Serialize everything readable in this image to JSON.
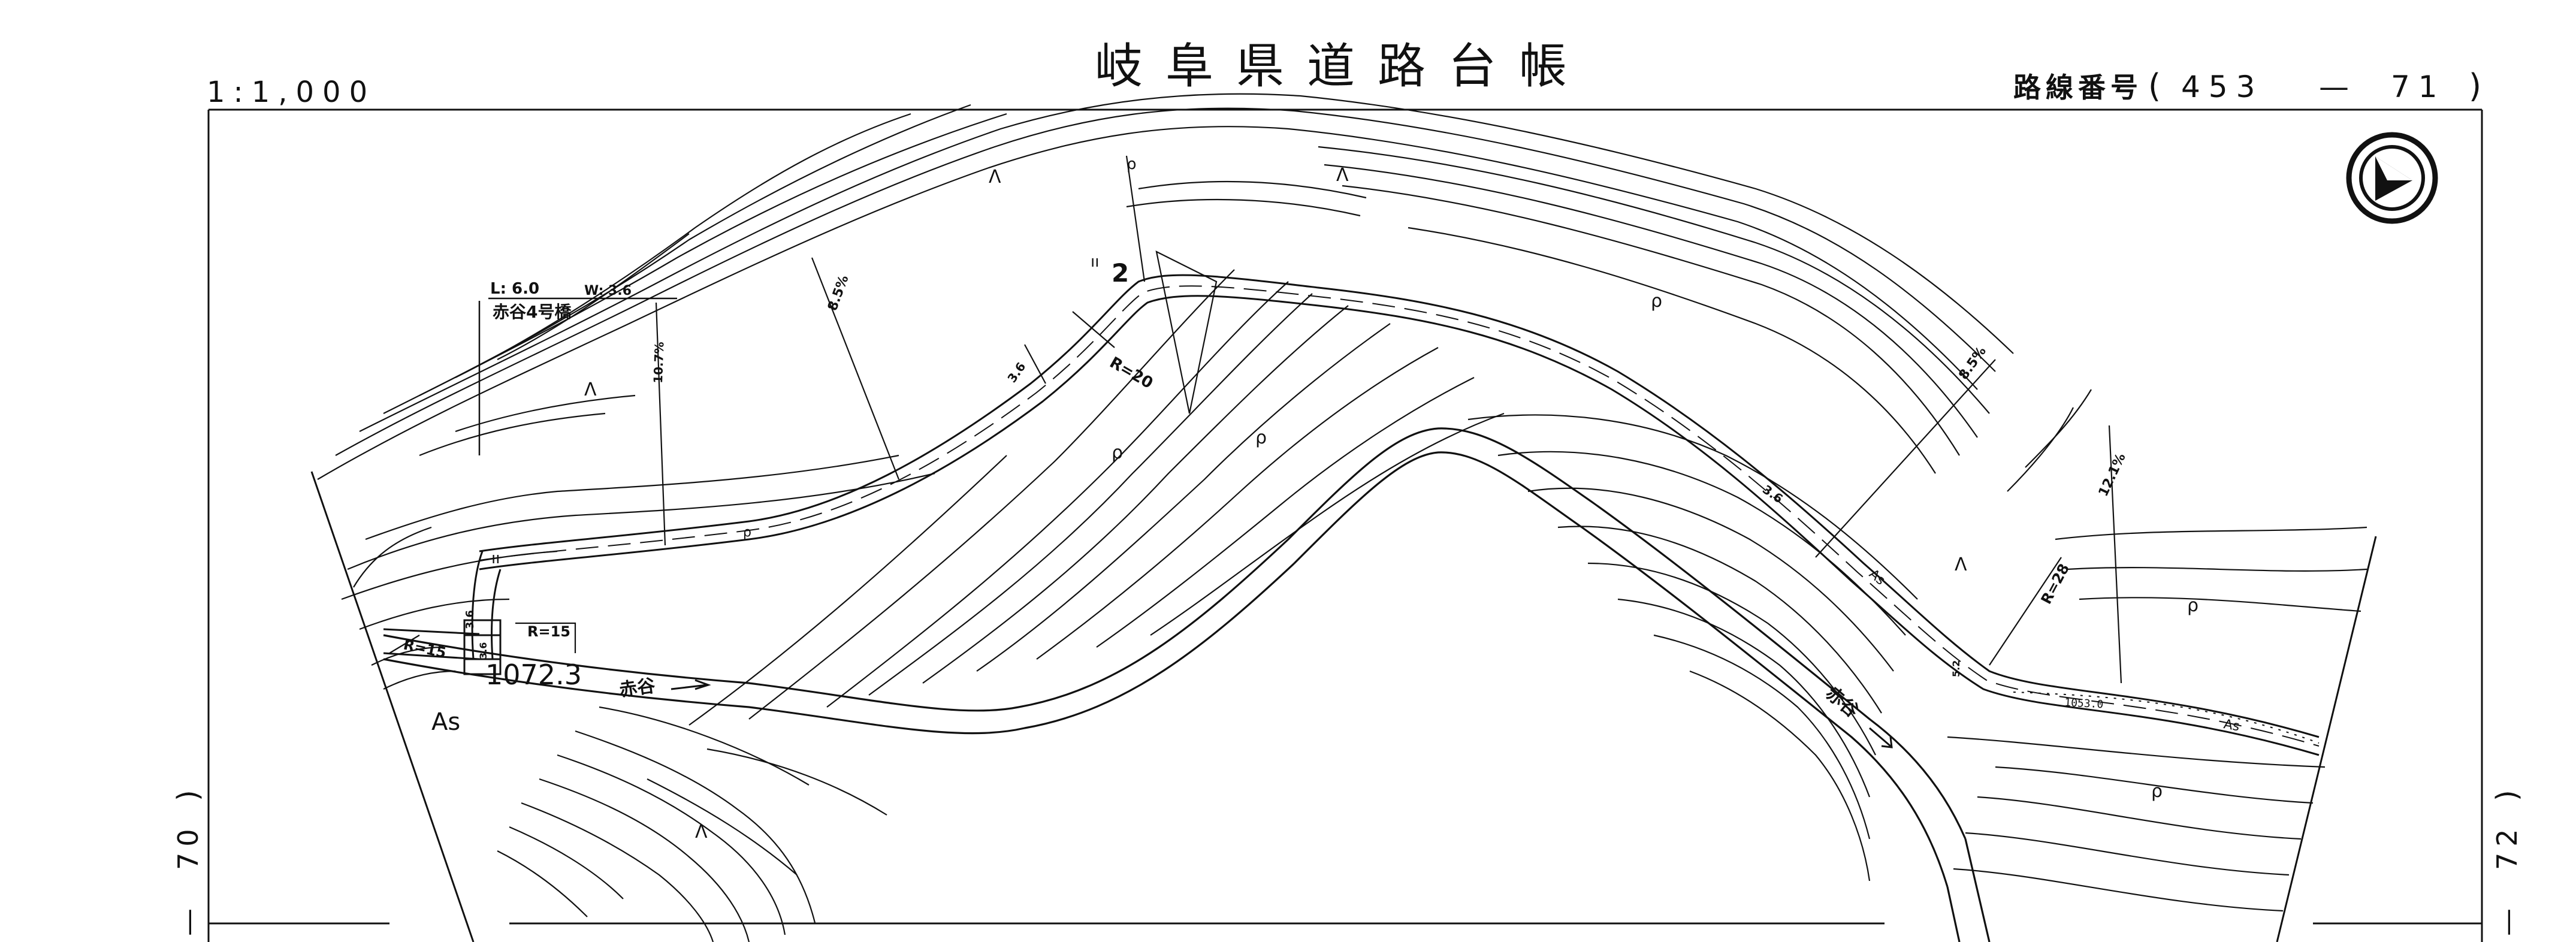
{
  "header": {
    "title": "岐阜県道路台帳",
    "scale": "1:1,000",
    "route_label": "路線番号",
    "route_open": "(",
    "route_number": "453",
    "route_dash": "—",
    "route_section": "71",
    "route_close": ")"
  },
  "sheet_refs": {
    "left_number": "70",
    "left_paren": ")",
    "left_dash": "—",
    "right_number": "72",
    "right_paren": ")",
    "right_dash": "—"
  },
  "bridge": {
    "length": "L: 6.0",
    "width": "W: 3.6",
    "name": "赤谷4号橋"
  },
  "annotations": {
    "elevation_left": "1072.3",
    "elevation_right": "1053.0",
    "river_left": "赤谷",
    "river_right": "赤谷",
    "curve_r15_a": "R=15",
    "curve_r15_b": "R=15",
    "curve_r20": "R=20",
    "curve_r28": "R=28",
    "grade_85_a": "8.5%",
    "grade_85_b": "8.5%",
    "grade_107": "10.7%",
    "grade_121": "12.1%",
    "pavement_left": "As",
    "pavement_mid": "As",
    "pavement_right": "As",
    "road_width_a": "3.6",
    "road_width_b": "3.6",
    "road_width_c": "3.6",
    "curve_no": "2",
    "vert_a": "3.6",
    "vert_b": "5.2"
  },
  "symbols": {
    "coniferous": "Λ",
    "broadleaf": "ρ",
    "grass": "ıı"
  },
  "north_arrow": "north-arrow-icon"
}
